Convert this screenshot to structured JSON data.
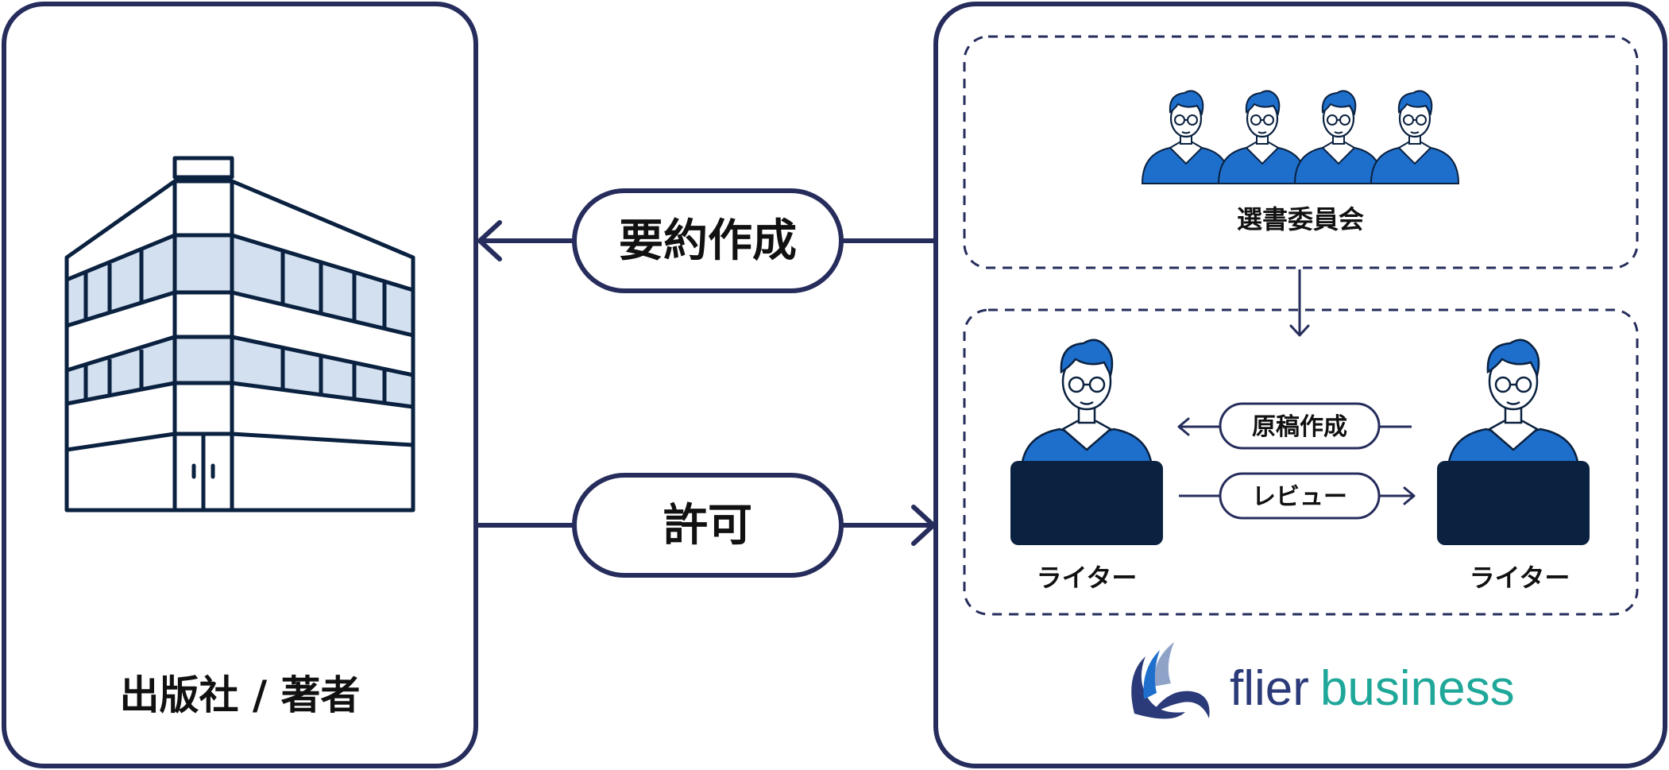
{
  "colors": {
    "navy": "#262d5c",
    "dark": "#0a2140",
    "blue": "#1e6fcc",
    "window": "#d3e0f0",
    "text": "#111111",
    "logo_navy": "#2b3a78",
    "logo_teal": "#1fa89a"
  },
  "left_panel": {
    "label": "出版社 / 著者",
    "icon": "office-building"
  },
  "flows": {
    "top": {
      "label": "要約作成",
      "direction": "to-left"
    },
    "bottom": {
      "label": "許可",
      "direction": "to-right"
    }
  },
  "right_panel": {
    "committee": {
      "label": "選書委員会",
      "member_count": 4,
      "icon": "person-with-glasses"
    },
    "writers": {
      "left_label": "ライター",
      "right_label": "ライター",
      "icon": "person-at-laptop",
      "flow_draft": {
        "label": "原稿作成",
        "direction": "to-left"
      },
      "flow_review": {
        "label": "レビュー",
        "direction": "to-right"
      }
    },
    "logo": {
      "word1": "flier",
      "word2": "business"
    }
  }
}
